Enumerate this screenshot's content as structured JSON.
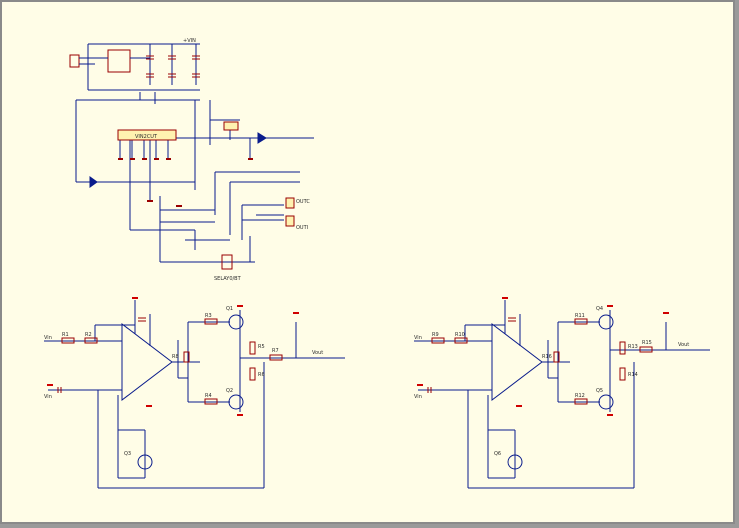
{
  "colors": {
    "background": "#fffde7",
    "border": "#8a8a8a",
    "wire": "#0a1c8c",
    "component": "#9a0000",
    "power": "#d00000",
    "chip_fill": "#fff2b0",
    "label": "#2b2b2b"
  },
  "power_circuit": {
    "chip_label": "VIN2CUT",
    "rail_top_label": "+VIN",
    "relay_label": "SELAY0/BT",
    "out_labels": [
      "OUTC",
      "OUTI"
    ]
  },
  "amplifier_left": {
    "input_labels": [
      "Vin",
      "Vin"
    ],
    "output_label": "Vout",
    "transistor_labels": [
      "Q1",
      "Q2",
      "Q3"
    ],
    "resistor_labels": [
      "R1",
      "R2",
      "R3",
      "R4",
      "R5",
      "R6",
      "R7",
      "R8"
    ]
  },
  "amplifier_right": {
    "input_labels": [
      "Vin",
      "Vin"
    ],
    "output_label": "Vout",
    "transistor_labels": [
      "Q4",
      "Q5",
      "Q6"
    ],
    "resistor_labels": [
      "R9",
      "R10",
      "R11",
      "R12",
      "R13",
      "R14",
      "R15",
      "R16"
    ]
  }
}
